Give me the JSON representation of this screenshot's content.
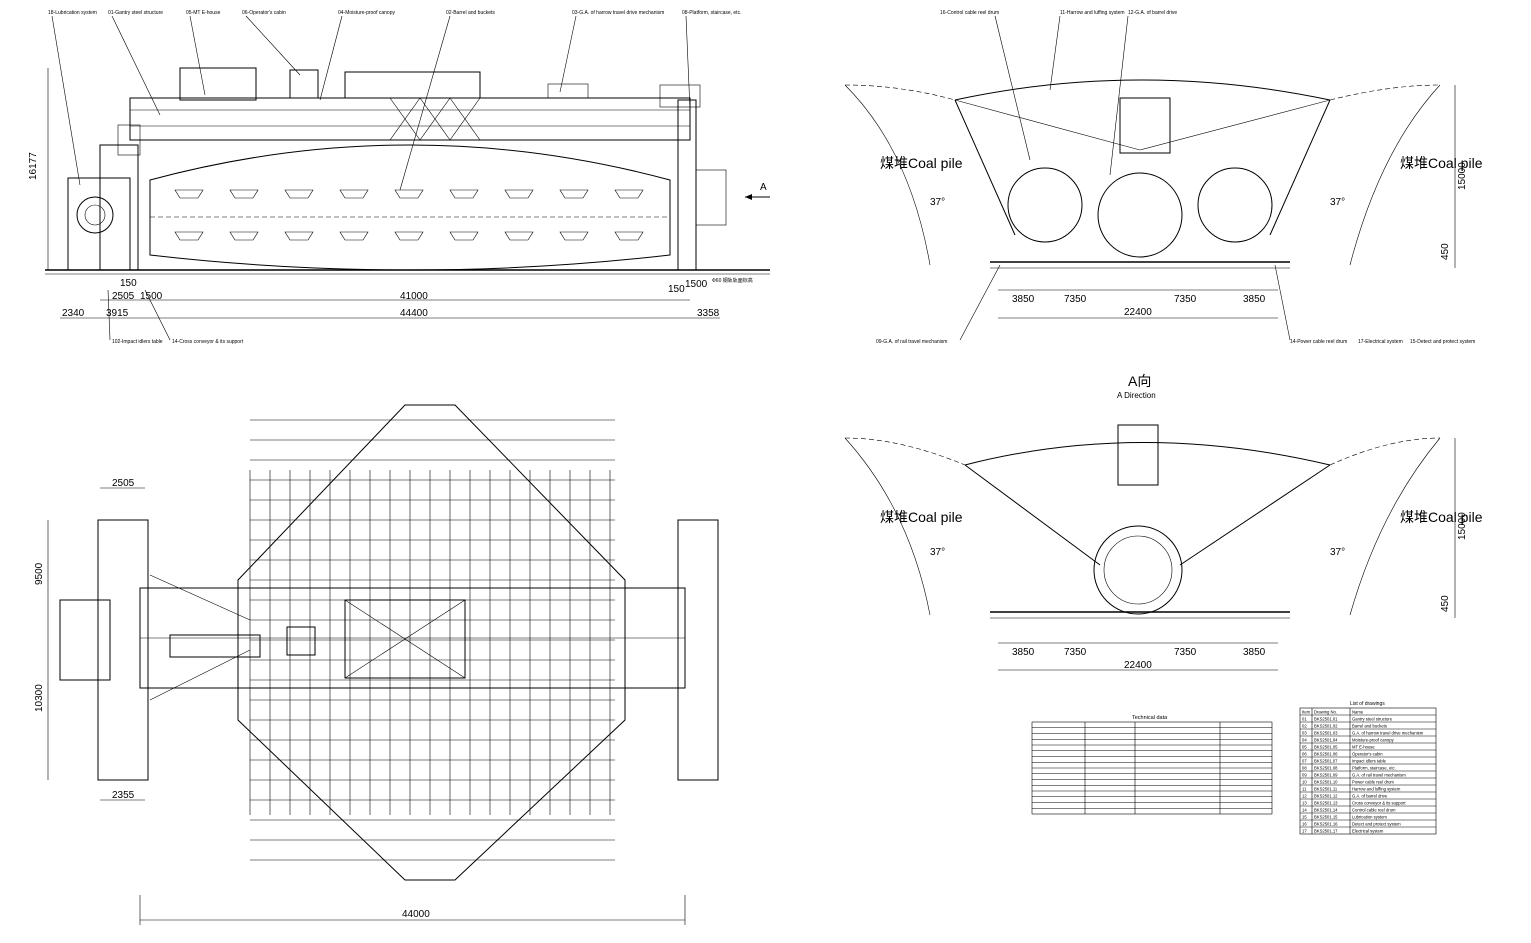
{
  "top_view": {
    "labels": [
      "18-Lubrication system",
      "01-Gantry steel structure",
      "05-MT E-house",
      "06-Operator's cabin",
      "04-Moisture-proof canopy",
      "02-Barrel and buckets",
      "03-G.A. of harrow travel drive mechanism",
      "08-Platform, staircase, etc."
    ],
    "bottom_labels": [
      "102-Impact idlers table",
      "14-Cross conveyor & its support"
    ],
    "dims_overall": [
      "2340",
      "3915",
      "44400",
      "3358"
    ],
    "dims_inner": [
      "150",
      "2505",
      "1500",
      "41000",
      "150",
      "1500"
    ],
    "height_dim": "16177",
    "arrow_label": "A",
    "ground_label": "Ф60 钢轨轨面标高"
  },
  "end_view_1": {
    "labels_top": [
      "16-Control cable reel drum",
      "11-Harrow and luffing system",
      "12-G.A. of barrel drive"
    ],
    "labels_bottom": [
      "09-G.A. of rail travel mechanism",
      "14-Power cable reel drum",
      "17-Electrical system",
      "15-Detect and protect system"
    ],
    "coal_left": "煤堆Coal pile",
    "coal_right": "煤堆Coal pile",
    "angle_left": "37°",
    "angle_right": "37°",
    "dims": [
      "3850",
      "7350",
      "7350",
      "3850"
    ],
    "total": "22400",
    "height_1": "15000",
    "height_2": "450"
  },
  "end_view_2": {
    "title": "A向",
    "subtitle": "A Direction",
    "coal_left": "煤堆Coal pile",
    "coal_right": "煤堆Coal pile",
    "angle_left": "37°",
    "angle_right": "37°",
    "dims": [
      "3850",
      "7350",
      "7350",
      "3850"
    ],
    "total": "22400",
    "height_1": "15000",
    "height_2": "450"
  },
  "plan_view": {
    "dims_left": [
      "9500",
      "10300"
    ],
    "dim_top": "2505",
    "dim_bottom_left": "2355",
    "dim_bottom": "44000"
  },
  "tech_table": {
    "title": "Technical data"
  },
  "drawing_list": {
    "title": "List of drawings",
    "header": [
      "Item",
      "Drawing No.",
      "Name"
    ],
    "rows": [
      [
        "01",
        "BKS2501.01",
        "Gantry steel structure"
      ],
      [
        "02",
        "BKS2501.02",
        "Barrel and buckets"
      ],
      [
        "03",
        "BKS2501.03",
        "G.A. of harrow travel drive mechanism"
      ],
      [
        "04",
        "BKS2501.04",
        "Moisture-proof canopy"
      ],
      [
        "05",
        "BKS2501.05",
        "MT E-house"
      ],
      [
        "06",
        "BKS2501.06",
        "Operator's cabin"
      ],
      [
        "07",
        "BKS2501.07",
        "Impact idlers table"
      ],
      [
        "08",
        "BKS2501.08",
        "Platform, staircase, etc."
      ],
      [
        "09",
        "BKS2501.09",
        "G.A. of rail travel mechanism"
      ],
      [
        "10",
        "BKS2501.10",
        "Power cable reel drum"
      ],
      [
        "11",
        "BKS2501.11",
        "Harrow and luffing system"
      ],
      [
        "12",
        "BKS2501.12",
        "G.A. of barrel drive"
      ],
      [
        "13",
        "BKS2501.13",
        "Cross conveyor & its support"
      ],
      [
        "14",
        "BKS2501.14",
        "Control cable reel drum"
      ],
      [
        "15",
        "BKS2501.15",
        "Lubrication system"
      ],
      [
        "16",
        "BKS2501.16",
        "Detect and protect system"
      ],
      [
        "17",
        "BKS2501.17",
        "Electrical system"
      ]
    ]
  }
}
